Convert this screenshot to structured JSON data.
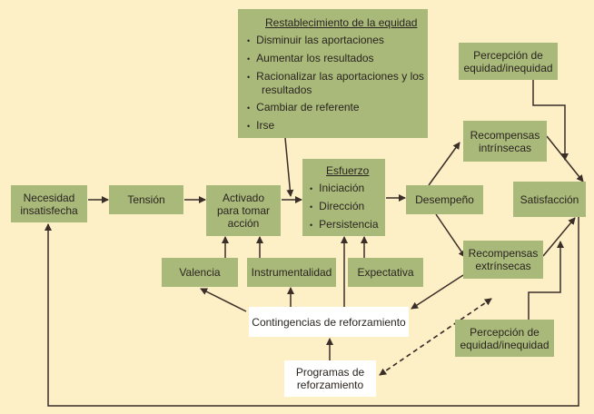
{
  "equity_restoration": {
    "title": "Restablecimiento de la equidad",
    "items": [
      "Disminuir las aportaciones",
      "Aumentar los resultados",
      "Racionalizar las aportaciones y los resultados",
      "Cambiar de referente",
      "Irse"
    ]
  },
  "nodes": {
    "need": "Necesidad insatisfecha",
    "tension": "Tensión",
    "activated": "Activado para tomar acción",
    "effort_title": "Esfuerzo",
    "effort_items": [
      "Iniciación",
      "Dirección",
      "Persistencia"
    ],
    "performance": "Desempeño",
    "intrinsic": "Recompensas intrínsecas",
    "extrinsic": "Recompensas extrínsecas",
    "satisfaction": "Satisfacción",
    "equity_top": "Percepción de equidad/inequidad",
    "equity_bottom": "Percepción de equidad/inequidad",
    "valence": "Valencia",
    "instrumentality": "Instrumentalidad",
    "expectancy": "Expectativa",
    "contingencies": "Contingencias de reforzamiento",
    "programs": "Programas de reforzamiento"
  },
  "colors": {
    "background": "#fdefc6",
    "box": "#a9b97a",
    "arrow": "#3a2e28"
  }
}
